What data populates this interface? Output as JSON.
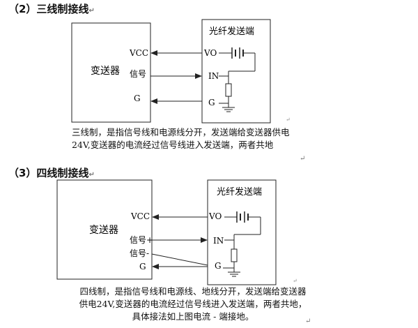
{
  "section1": {
    "heading": "（2）三线制接线",
    "transmitter_label": "变送器",
    "optical_label": "光纤发送端",
    "ports_left": [
      "VCC",
      "信号",
      "G"
    ],
    "ports_right": [
      "VO",
      "IN",
      "G"
    ],
    "description": "三线制，是指信号线和电源线分开，发送端给变送器供电24V,变送器的电流经过信号线进入发送端，两者共地"
  },
  "section2": {
    "heading": "（3）四线制接线",
    "transmitter_label": "变送器",
    "optical_label": "光纤发送端",
    "ports_left": [
      "VCC",
      "信号+",
      "信号-",
      "G"
    ],
    "ports_right": [
      "VO",
      "IN",
      "G"
    ],
    "description": "四线制，是指信号线和电源线、地线分开，发送端给变送器供电24V,变送器的电流经过信号线进入发送端，两者共地，具体接法如上图电流 - 端接地。"
  },
  "marks": {
    "return_symbol": "↵"
  }
}
